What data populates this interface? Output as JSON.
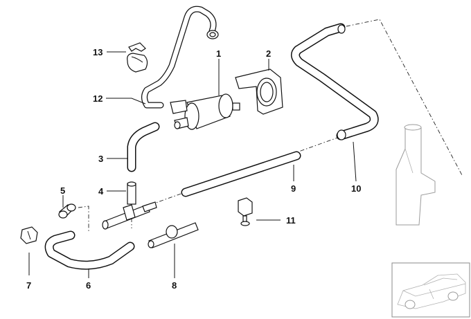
{
  "callouts": [
    {
      "id": "1",
      "text": "1"
    },
    {
      "id": "2",
      "text": "2"
    },
    {
      "id": "3",
      "text": "3"
    },
    {
      "id": "4",
      "text": "4"
    },
    {
      "id": "5",
      "text": "5"
    },
    {
      "id": "6",
      "text": "6"
    },
    {
      "id": "7",
      "text": "7"
    },
    {
      "id": "8",
      "text": "8"
    },
    {
      "id": "9",
      "text": "9"
    },
    {
      "id": "10",
      "text": "10"
    },
    {
      "id": "11",
      "text": "11"
    },
    {
      "id": "12",
      "text": "12"
    },
    {
      "id": "13",
      "text": "13"
    }
  ],
  "colors": {
    "line": "#111111",
    "background": "#ffffff",
    "ghost": "#9a9a9a"
  },
  "thumbnail": {
    "icon": "car-silhouette-icon"
  }
}
